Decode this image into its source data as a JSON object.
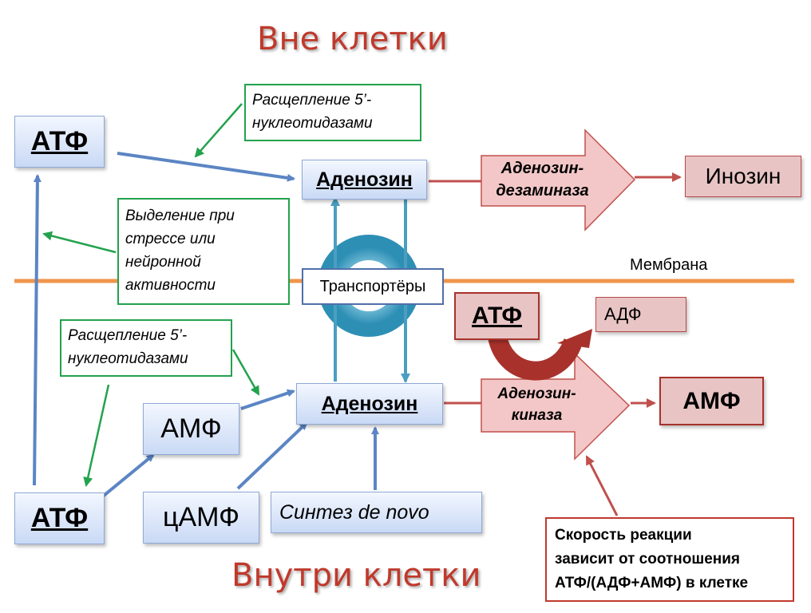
{
  "titles": {
    "outside": "Вне клетки",
    "inside": "Внутри клетки"
  },
  "membrane_label": "Мембрана",
  "transporters_label": "Транспортёры",
  "nodes": {
    "atp_outside": "АТФ",
    "adenosine_outside": "Аденозин",
    "inosine": "Инозин",
    "adenosine_inside": "Аденозин",
    "amp_inside": "АМФ",
    "atp_inside": "АТФ",
    "camp": "цАМФ",
    "de_novo": "Синтез de novo",
    "atp_red": "АТФ",
    "adp": "АДФ",
    "amp_product": "АМФ"
  },
  "enzymes": {
    "deaminase_line1": "Аденозин-",
    "deaminase_line2": "дезаминаза",
    "kinase_line1": "Аденозин-",
    "kinase_line2": "киназа"
  },
  "notes": {
    "cleavage_top_line1": "Расщепление 5’-",
    "cleavage_top_line2": "нуклеотидазами",
    "release_line1": "Выделение при",
    "release_line2": "стрессе или",
    "release_line3": "нейронной",
    "release_line4": "активности",
    "cleavage_bottom_line1": "Расщепление 5’-",
    "cleavage_bottom_line2": "нуклеотидазами",
    "rate_line1": "Скорость реакции",
    "rate_line2": "зависит от соотношения",
    "rate_line3": "АТФ/(АДФ+АМФ) в клетке"
  },
  "colors": {
    "title": "#c0392b",
    "membrane": "#f0954a",
    "blue_arrow": "#5b85c4",
    "green_arrow": "#23a24d",
    "red_arrow": "#c0504d",
    "transporter": "#4a9fc0"
  }
}
